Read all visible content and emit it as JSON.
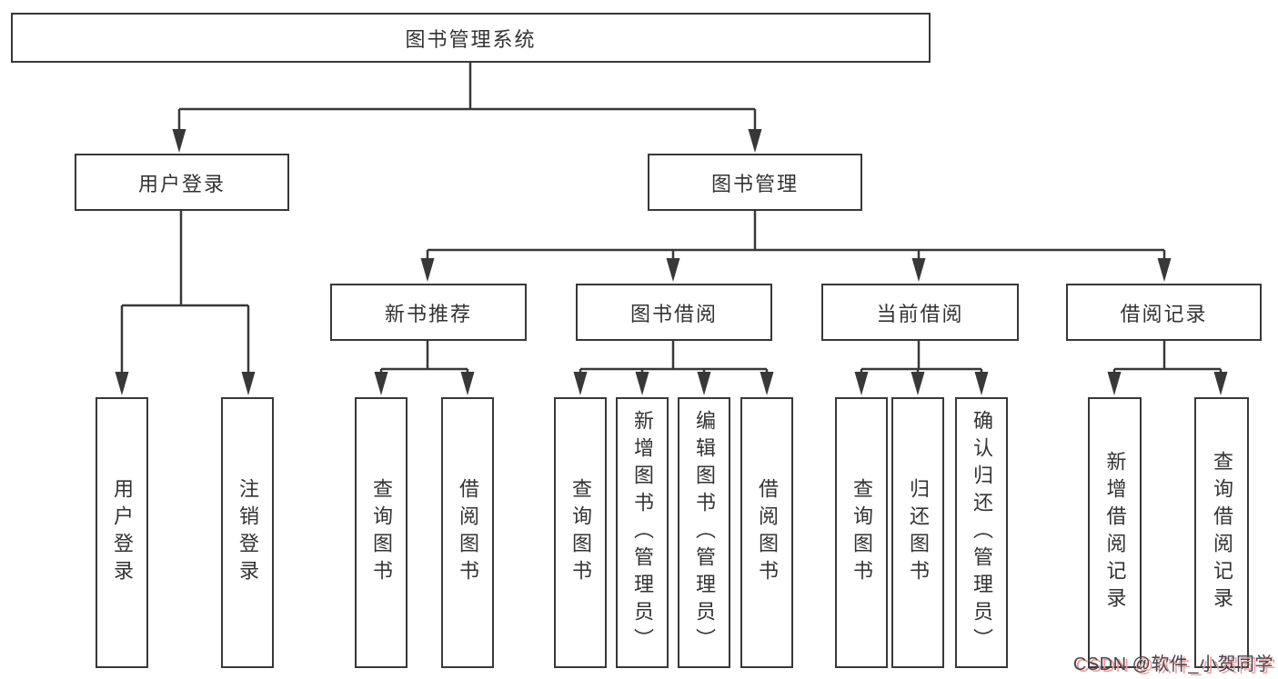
{
  "diagram_title": "图书管理系统",
  "nodes": {
    "root": "图书管理系统",
    "user_login": "用户登录",
    "book_mgmt": "图书管理",
    "new_book_rec": "新书推荐",
    "book_borrow": "图书借阅",
    "current_borrow": "当前借阅",
    "borrow_records": "借阅记录",
    "leaf_user_login": "用户登录",
    "leaf_logout": "注销登录",
    "leaf_query_book_rec": "查询图书",
    "leaf_borrow_book_rec": "借阅图书",
    "leaf_query_book_borrow": "查询图书",
    "leaf_add_book": "新增图书（管理员）",
    "leaf_edit_book": "编辑图书（管理员）",
    "leaf_borrow_book_borrow": "借阅图书",
    "leaf_query_book_current": "查询图书",
    "leaf_return_book": "归还图书",
    "leaf_confirm_return": "确认归还（管理员）",
    "leaf_add_record": "新增借阅记录",
    "leaf_query_record": "查询借阅记录"
  },
  "watermark": "CSDN @软件_小贺同学",
  "colors": {
    "background": "#ffffff",
    "line": "#383838",
    "box_border": "#383838",
    "text": "#333333",
    "watermark_text": "#46464e",
    "watermark_shadow": "#f09a9a"
  }
}
